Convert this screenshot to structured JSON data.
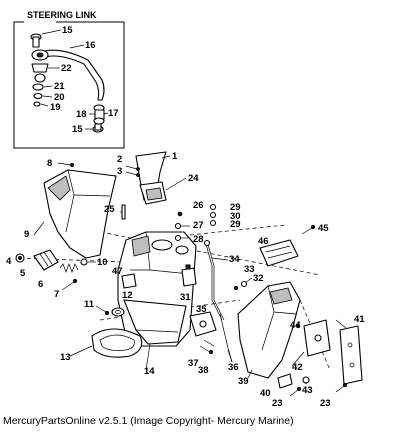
{
  "diagram": {
    "inset_title": "STEERING LINK",
    "callouts": {
      "c1": "1",
      "c2": "2",
      "c3": "3",
      "c4": "4",
      "c5": "5",
      "c6": "6",
      "c7": "7",
      "c8": "8",
      "c9": "9",
      "c10": "10",
      "c11": "11",
      "c12": "12",
      "c13": "13",
      "c14": "14",
      "c15a": "15",
      "c15b": "15",
      "c16": "16",
      "c17": "17",
      "c18": "18",
      "c19": "19",
      "c20": "20",
      "c21": "21",
      "c22": "22",
      "c23a": "23",
      "c23b": "23",
      "c24": "24",
      "c25": "25",
      "c26": "26",
      "c27": "27",
      "c28": "28",
      "c29a": "29",
      "c29b": "29",
      "c30": "30",
      "c31": "31",
      "c32": "32",
      "c33": "33",
      "c34": "34",
      "c35": "35",
      "c36": "36",
      "c37": "37",
      "c38": "38",
      "c39": "39",
      "c40": "40",
      "c41": "41",
      "c42": "42",
      "c43": "43",
      "c44": "44",
      "c45": "45",
      "c46": "46",
      "c47": "47"
    }
  },
  "caption": "MercuryPartsOnline v2.5.1 (Image Copyright- Mercury Marine)"
}
